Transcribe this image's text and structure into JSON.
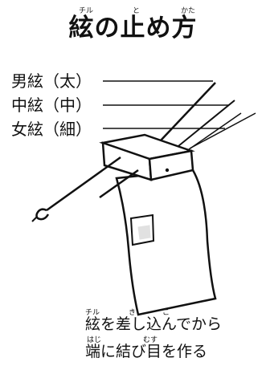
{
  "title": {
    "text": "絃の止め方",
    "ruby": [
      "チル",
      "と",
      "かた"
    ]
  },
  "labels": [
    "男絃（太）",
    "中絃（中）",
    "女絃（細）"
  ],
  "caption": {
    "line1": "絃を差し込んでから",
    "line1_ruby": [
      "チル",
      "き",
      "こ"
    ],
    "line2": "端に結び目を作る",
    "line2_ruby": [
      "はじ",
      "むす"
    ]
  }
}
